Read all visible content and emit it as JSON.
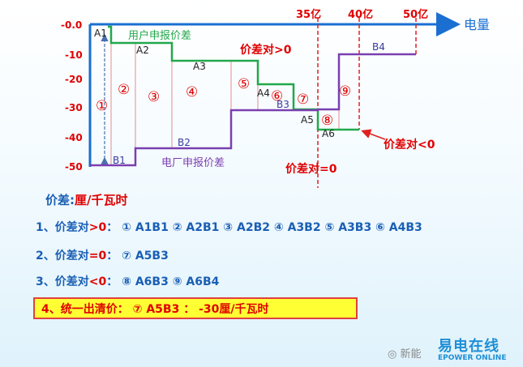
{
  "axis": {
    "x_label": "电量",
    "y_ticks": [
      "-0.0",
      "-10",
      "-20",
      "-30",
      "-40",
      "-50"
    ],
    "x_markers": [
      "35亿",
      "40亿",
      "50亿"
    ]
  },
  "labels": {
    "user_curve": "用户申报价差",
    "plant_curve": "电厂申报价差",
    "diff_positive": "价差对>0",
    "diff_zero": "价差对=0",
    "diff_negative": "价差对<0"
  },
  "points": {
    "A": [
      "A1",
      "A2",
      "A3",
      "A4",
      "A5",
      "A6"
    ],
    "B": [
      "B1",
      "B2",
      "B3",
      "B4"
    ]
  },
  "regions": [
    "①",
    "②",
    "③",
    "④",
    "⑤",
    "⑥",
    "⑦",
    "⑧",
    "⑨"
  ],
  "unit_line": {
    "prefix": "价差:",
    "unit": "厘/千瓦时"
  },
  "lines": [
    {
      "num": "1、价差对",
      "op": ">0",
      "sep": "：",
      "items": "① A1B1  ② A2B1  ③ A2B2  ④ A3B2  ⑤ A3B3  ⑥ A4B3"
    },
    {
      "num": "2、价差对",
      "op": "=0",
      "sep": "：",
      "items": "⑦  A5B3"
    },
    {
      "num": "3、价差对",
      "op": "<0",
      "sep": "：",
      "items": "⑧  A6B3  ⑨  A6B4"
    }
  ],
  "summary": "4、统一出清价： ⑦  A5B3 ：  -30厘/千瓦时",
  "watermark": {
    "logo_cn": "易电在线",
    "logo_en": "EPOWER ONLINE",
    "wechat": "新能"
  },
  "colors": {
    "user": "#22a84a",
    "plant": "#7b3fb0",
    "axis": "#1a6fd0",
    "marker": "#e02020"
  }
}
